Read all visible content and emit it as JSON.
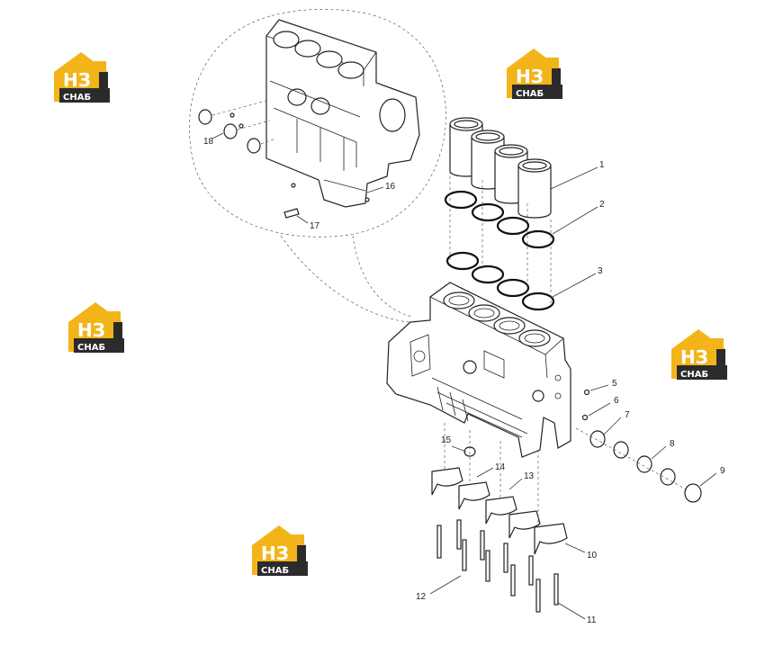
{
  "callouts": [
    {
      "label": "1"
    },
    {
      "label": "2"
    },
    {
      "label": "3"
    },
    {
      "label": "5"
    },
    {
      "label": "6"
    },
    {
      "label": "7"
    },
    {
      "label": "8"
    },
    {
      "label": "9"
    },
    {
      "label": "10"
    },
    {
      "label": "11"
    },
    {
      "label": "12"
    },
    {
      "label": "13"
    },
    {
      "label": "14"
    },
    {
      "label": "15"
    },
    {
      "label": "16"
    },
    {
      "label": "17"
    },
    {
      "label": "18"
    }
  ],
  "watermark": {
    "logo_text": "НЗ",
    "sub_text": "СНАБ",
    "colors": {
      "yellow": "#f3b41a",
      "dark": "#2b2b2b",
      "white": "#ffffff"
    }
  }
}
